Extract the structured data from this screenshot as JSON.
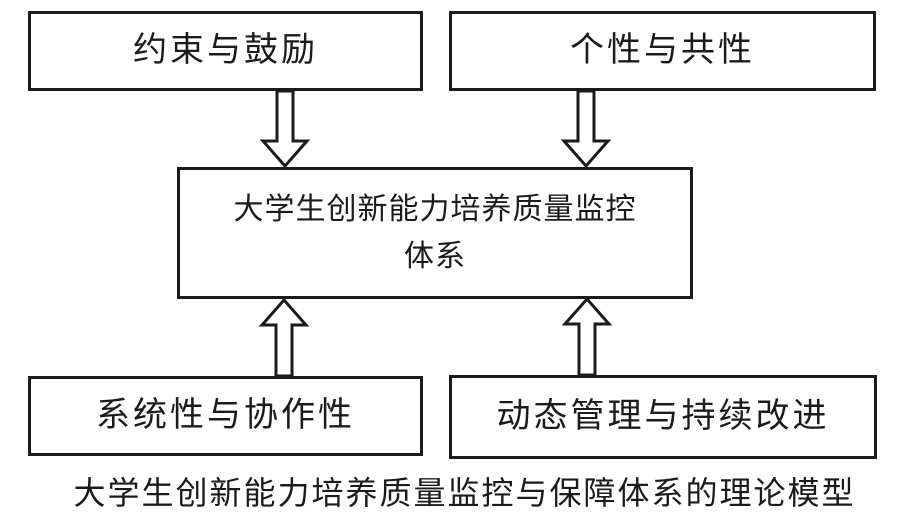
{
  "figure": {
    "caption": "大学生创新能力培养质量监控与保障体系的理论模型",
    "colors": {
      "border": "#1b1b1b",
      "background": "#ffffff",
      "text": "#1b1b1b"
    },
    "nodes": {
      "top_left": {
        "label": "约束与鼓励"
      },
      "top_right": {
        "label": "个性与共性"
      },
      "center": {
        "label": "大学生创新能力培养质量监控体系",
        "lines": [
          "大学生创新能力培养质量监控",
          "体系"
        ]
      },
      "bottom_left": {
        "label": "系统性与协作性"
      },
      "bottom_right": {
        "label": "动态管理与持续改进"
      }
    },
    "connections": [
      {
        "from": "约束与鼓励",
        "to": "大学生创新能力培养质量监控体系",
        "direction": "down"
      },
      {
        "from": "个性与共性",
        "to": "大学生创新能力培养质量监控体系",
        "direction": "down"
      },
      {
        "from": "系统性与协作性",
        "to": "大学生创新能力培养质量监控体系",
        "direction": "up"
      },
      {
        "from": "动态管理与持续改进",
        "to": "大学生创新能力培养质量监控体系",
        "direction": "up"
      }
    ]
  }
}
